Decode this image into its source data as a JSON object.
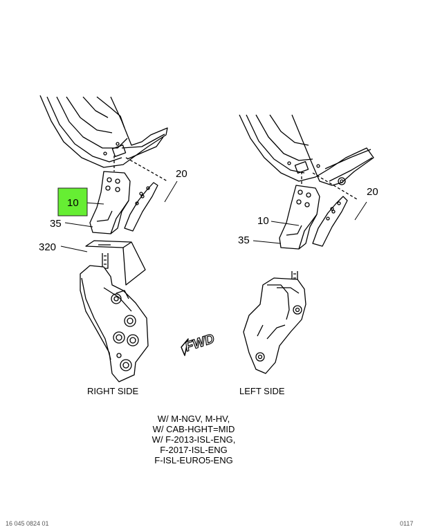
{
  "callouts": {
    "right": {
      "part_10": "10",
      "part_20": "20",
      "part_35": "35",
      "part_320": "320"
    },
    "left": {
      "part_10": "10",
      "part_20": "20",
      "part_35": "35"
    }
  },
  "highlight_color": "#66ee33",
  "fwd_label": "FWD",
  "captions": {
    "right_side": "RIGHT SIDE",
    "left_side": "LEFT SIDE"
  },
  "applicability": [
    "W/ M-NGV, M-HV,",
    "W/ CAB-HGHT=MID",
    "W/ F-2013-ISL-ENG,",
    "F-2017-ISL-ENG",
    "F-ISL-EURO5-ENG"
  ],
  "footer": {
    "left": "16 045 0824 01",
    "right": "0117"
  }
}
